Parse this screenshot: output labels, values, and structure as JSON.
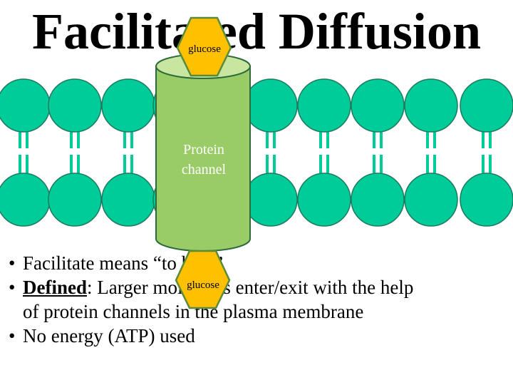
{
  "title": "Facilitated Diffusion",
  "colors": {
    "phospholipid_head": "#00CC99",
    "phospholipid_outline": "#1f7a60",
    "channel_fill": "#99CC66",
    "channel_top": "#C8E6A0",
    "channel_outline": "#2e6b3a",
    "glucose_fill": "#FFC000",
    "glucose_outline": "#5a8a3a"
  },
  "diagram": {
    "channel_label_line1": "Protein",
    "channel_label_line2": "channel",
    "glucose_label_top": "glucose",
    "glucose_label_bottom": "glucose"
  },
  "bullets": {
    "b1": "Facilitate means “to help”",
    "b2_term": "Defined",
    "b2_rest": ": Larger molecules enter/exit with the help",
    "b2_cont": "of protein channels in the plasma membrane",
    "b3": "No energy (ATP) used"
  }
}
